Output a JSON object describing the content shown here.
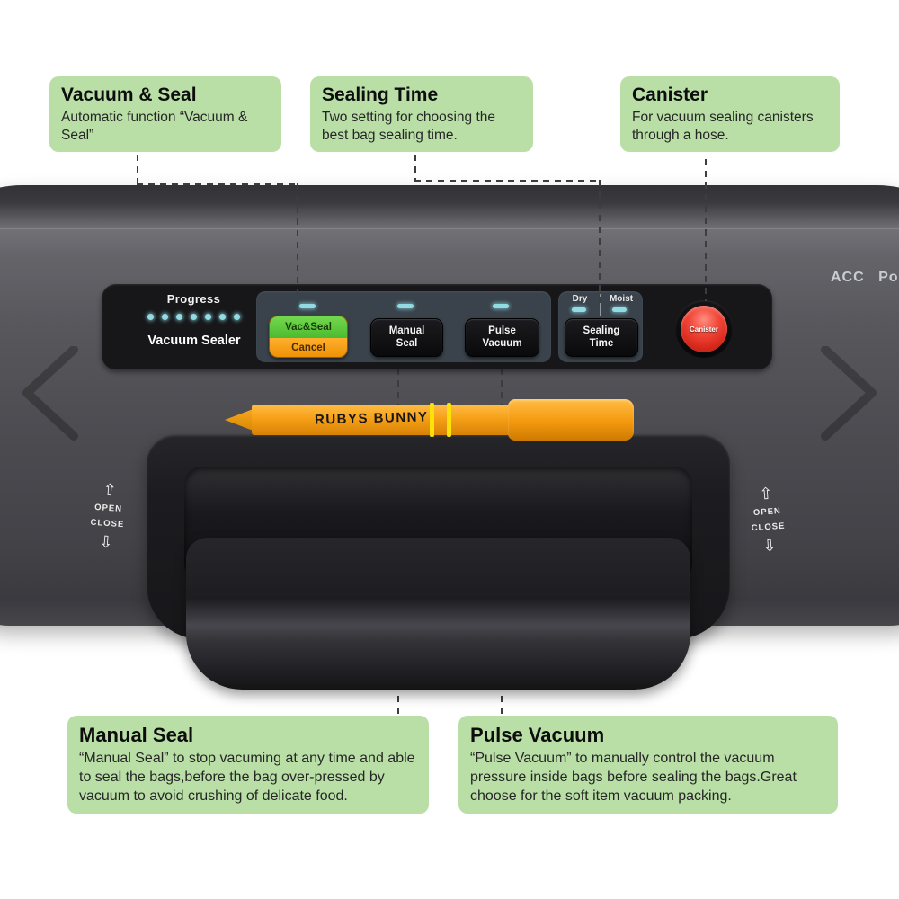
{
  "callouts": {
    "vacuum_seal": {
      "title": "Vacuum & Seal",
      "body": "Automatic function “Vacuum & Seal”"
    },
    "sealing_time": {
      "title": "Sealing Time",
      "body": "Two setting for choosing the best bag sealing time."
    },
    "canister": {
      "title": "Canister",
      "body": "For vacuum sealing canisters through a hose."
    },
    "manual_seal": {
      "title": "Manual Seal",
      "body": "“Manual Seal” to stop vacuming at any time and able to seal the bags,before the bag over-pressed by vacuum to avoid crushing of delicate food."
    },
    "pulse_vacuum": {
      "title": "Pulse Vacuum",
      "body": "“Pulse Vacuum” to manually control the vacuum pressure inside bags before sealing the bags.Great choose for the soft item vacuum packing."
    }
  },
  "machine": {
    "acc_port_label": "ACC Port",
    "pen_text": "RUBYS BUNNY",
    "panel": {
      "progress_label": "Progress",
      "brand_label": "Vacuum Sealer",
      "progress_led_count": 7,
      "buttons": {
        "vac_seal": {
          "top": "Vac&Seal",
          "bottom": "Cancel"
        },
        "manual_seal": {
          "line1": "Manual",
          "line2": "Seal"
        },
        "pulse_vacuum": {
          "line1": "Pulse",
          "line2": "Vacuum"
        },
        "sealing_time": {
          "line1": "Sealing",
          "line2": "Time",
          "mode_dry": "Dry",
          "mode_moist": "Moist"
        },
        "canister": {
          "label": "Canister"
        }
      }
    },
    "latch_left": {
      "open": "OPEN",
      "close": "CLOSE"
    },
    "latch_right": {
      "open": "OPEN",
      "close": "CLOSE"
    }
  },
  "icons": {
    "arrow_up": "⇧",
    "arrow_down": "⇩"
  },
  "colors": {
    "callout_bg": "#b9dfa7",
    "vac_seal_green": "#56c23e",
    "cancel_orange": "#f39c12",
    "canister_red": "#dc2c1f",
    "led_teal": "#93dbe2",
    "machine_gray": "#4b4b50",
    "panel_black": "#17171a",
    "pen_orange": "#f6a017"
  }
}
